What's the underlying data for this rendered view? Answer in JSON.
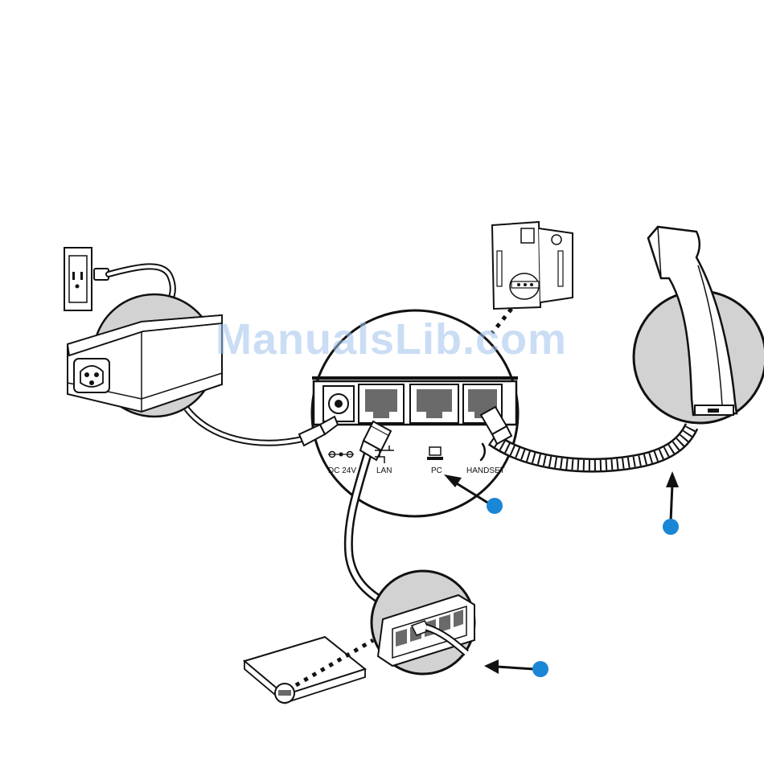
{
  "ports": {
    "dc": "DC 24V",
    "lan": "LAN",
    "pc": "PC",
    "handset": "HANDSET"
  },
  "watermark": "ManualsLib.com",
  "colors": {
    "callout": "#1a86d6",
    "circle_fill": "#d2d2d2",
    "line": "#111111",
    "port_fill": "#6a6a6a"
  },
  "icons": [
    "wall-outlet-icon",
    "power-adapter-icon",
    "phone-base-icon",
    "handset-icon",
    "network-switch-icon",
    "router-icon",
    "computer-icon",
    "handset-port-icon",
    "network-port-icon",
    "dc-polarity-icon"
  ]
}
